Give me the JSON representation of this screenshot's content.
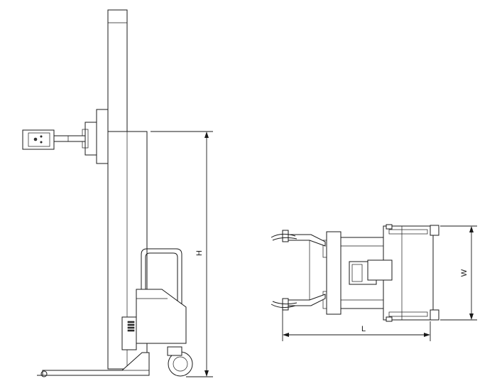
{
  "side_view": {
    "height_label": "H"
  },
  "top_view": {
    "length_label": "L",
    "width_label": "W"
  },
  "colors": {
    "line": "#1a1a1a",
    "background": "#ffffff"
  }
}
